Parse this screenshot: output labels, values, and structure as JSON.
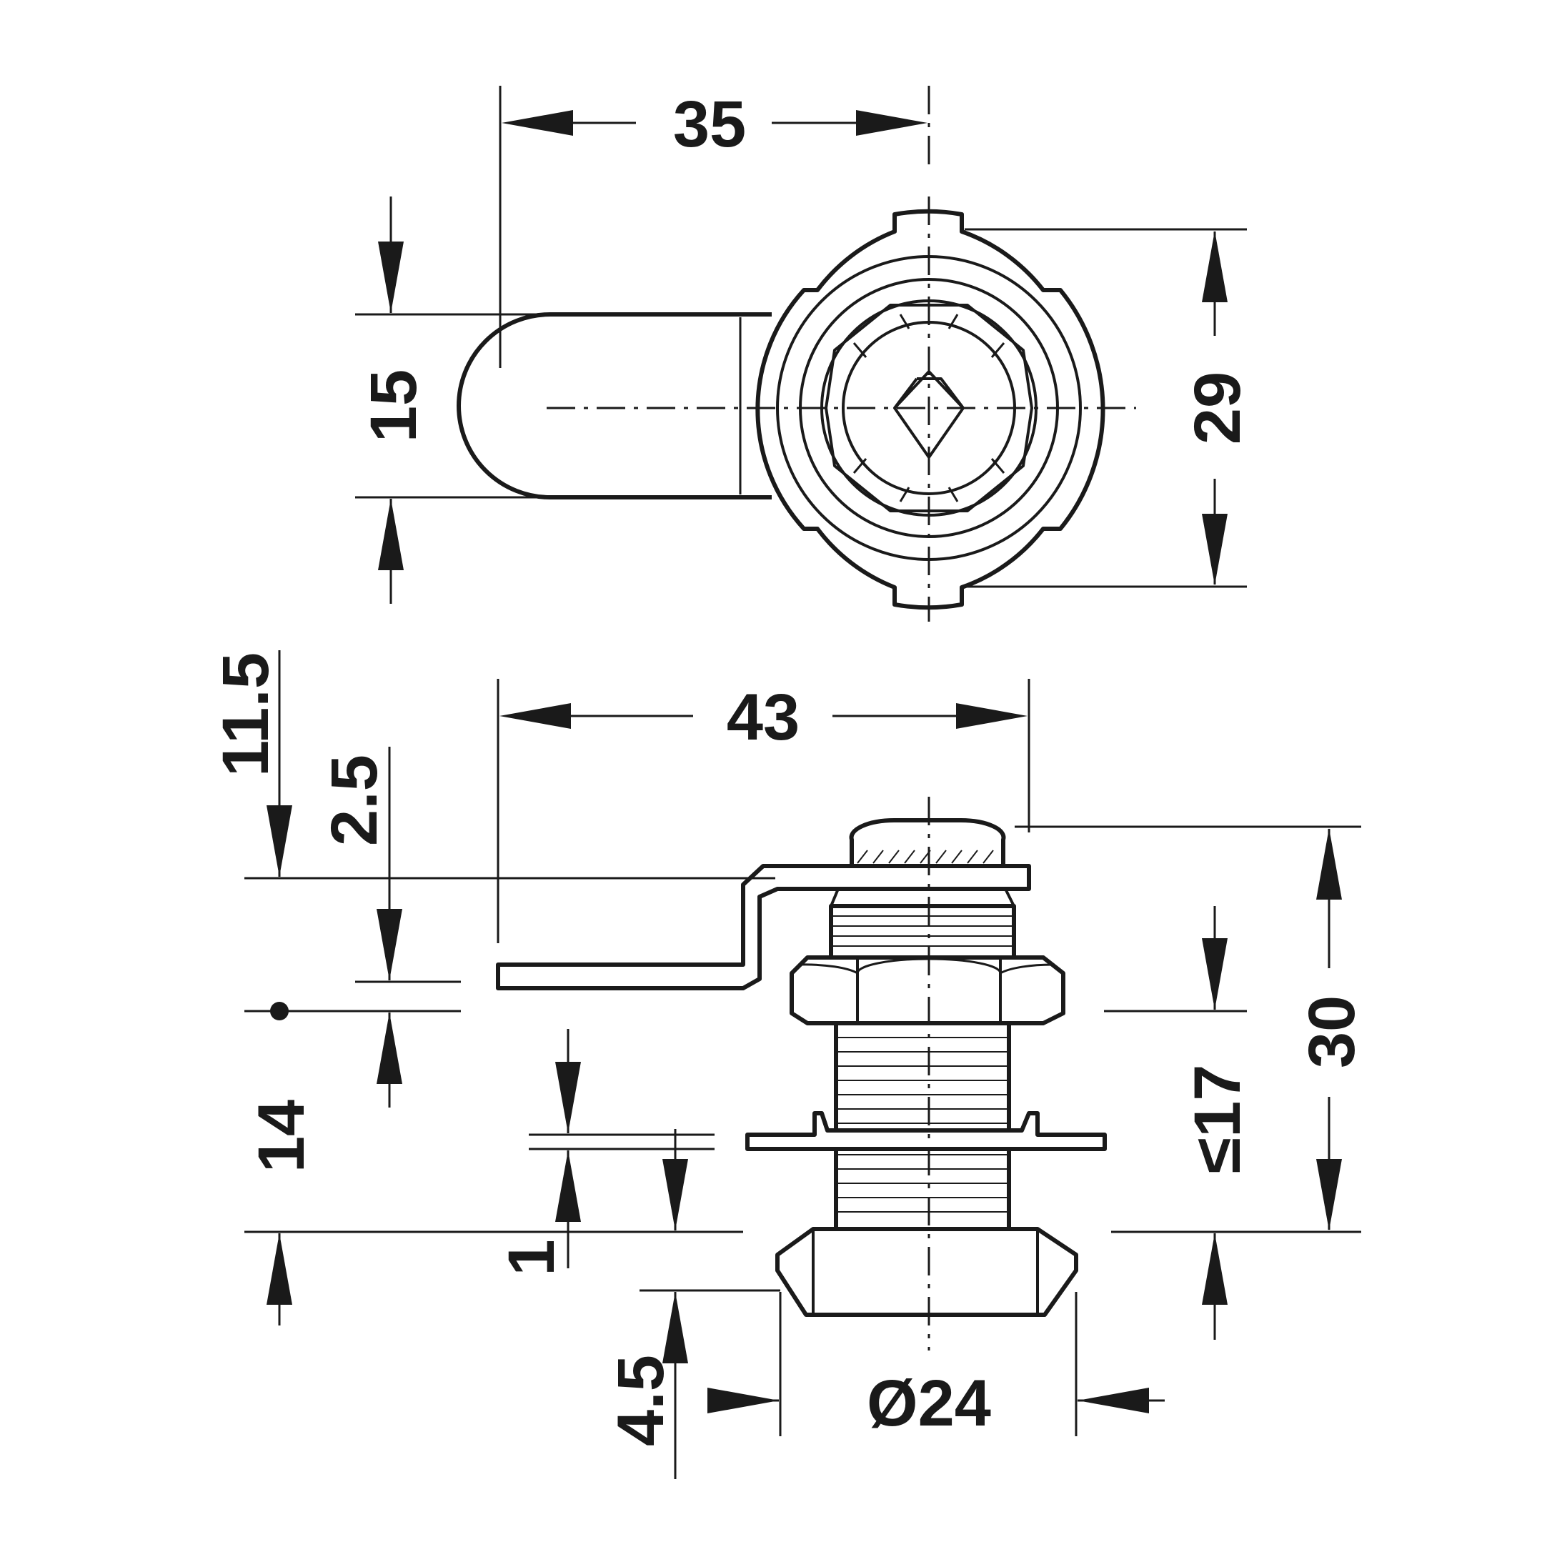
{
  "dimensions": {
    "top_width": "35",
    "top_lever_height": "15",
    "top_outer_height": "29",
    "side_lever_length": "43",
    "side_lever_offset_a": "11.5",
    "side_lever_thickness": "2.5",
    "side_depth": "14",
    "side_plate": "1",
    "side_head": "4.5",
    "side_diameter": "Ø24",
    "side_max_panel": "≤17",
    "side_total": "30"
  }
}
